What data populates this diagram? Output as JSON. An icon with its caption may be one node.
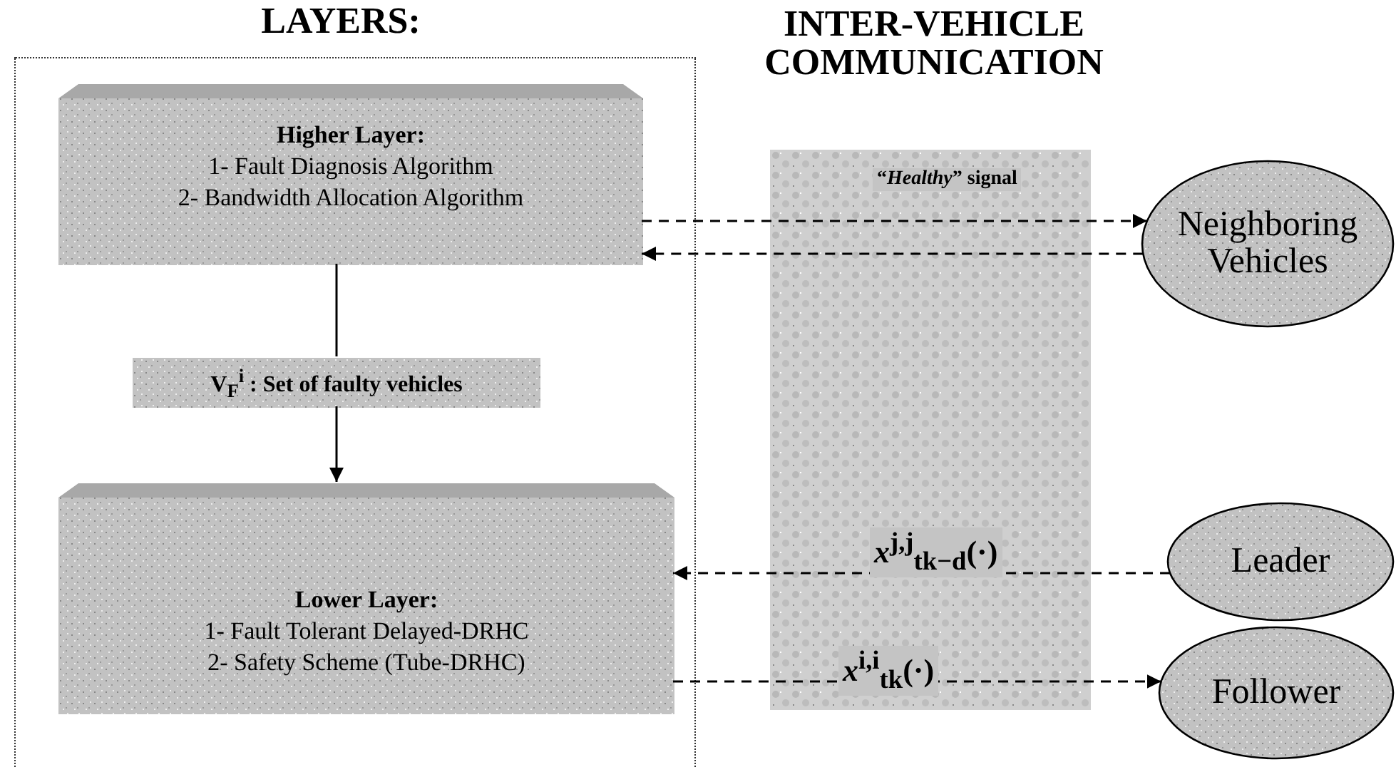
{
  "diagram": {
    "nodes": [
      {
        "text": [
          "LAYERS:"
        ]
      },
      {
        "text": [
          "Higher Layer:",
          "1- Fault Diagnosis Algorithm",
          "2- Bandwidth Allocation Algorithm"
        ],
        "in": 0
      },
      {
        "text": [
          "V$_{F}$$^{i}$ : Set of faulty vehicles"
        ],
        "in": 0
      },
      {
        "text": [
          "Lower Layer:",
          "1- Fault Tolerant Delayed-DRHC",
          "2- Safety Scheme (Tube-DRHC)"
        ],
        "in": 0
      },
      {
        "text": [
          "Neighboring Vehicles"
        ]
      },
      {
        "text": [
          "Leader"
        ]
      },
      {
        "text": [
          "Follower"
        ]
      }
    ],
    "edges": [
      {
        "from": 1,
        "to": 4,
        "arrow": "to",
        "style": "dashed",
        "label": "“*Healthy*” signal"
      },
      {
        "from": 4,
        "to": 1,
        "arrow": "to",
        "style": "dashed"
      },
      {
        "from": 1,
        "to": 2,
        "arrow": "none"
      },
      {
        "from": 2,
        "to": 3,
        "arrow": "to"
      },
      {
        "from": 5,
        "to": 3,
        "arrow": "to",
        "style": "dashed",
        "label": "*x*$^{j,j}$$_{tk−d}$(·)"
      },
      {
        "from": 3,
        "to": 6,
        "arrow": "to",
        "style": "dashed",
        "label": "*x*$^{i,i}$$_{tk}$(·)"
      }
    ],
    "labels": [
      "INTER-VEHICLE COMMUNICATION"
    ]
  }
}
